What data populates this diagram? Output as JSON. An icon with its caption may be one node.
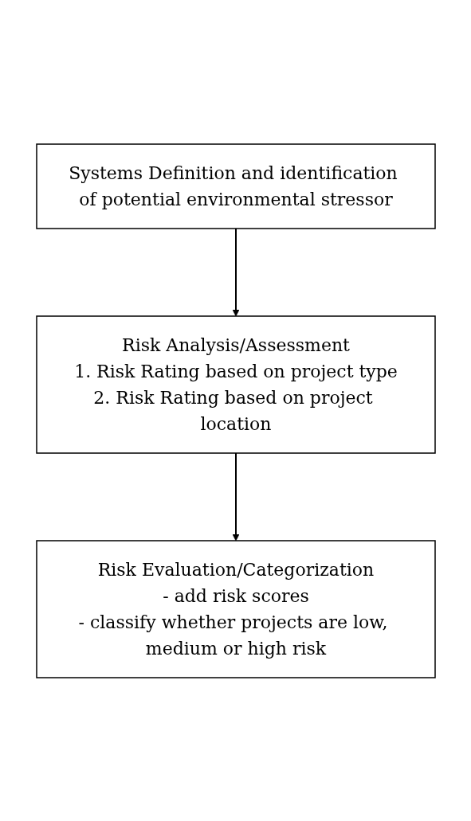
{
  "diagram": {
    "nodes": [
      {
        "text": [
          "Systems Definition and identification of potential environmental stressor"
        ]
      },
      {
        "text": [
          "Risk Analysis/Assessment",
          "1. Risk Rating based on project type",
          "2. Risk Rating based on project location"
        ]
      },
      {
        "text": [
          "Risk Evaluation/Categorization",
          "- add risk scores",
          "- classify whether projects are low, medium or high risk"
        ]
      }
    ],
    "edges": [
      {
        "from": 0,
        "to": 1,
        "arrow": "to"
      },
      {
        "from": 1,
        "to": 2,
        "arrow": "to"
      }
    ]
  }
}
